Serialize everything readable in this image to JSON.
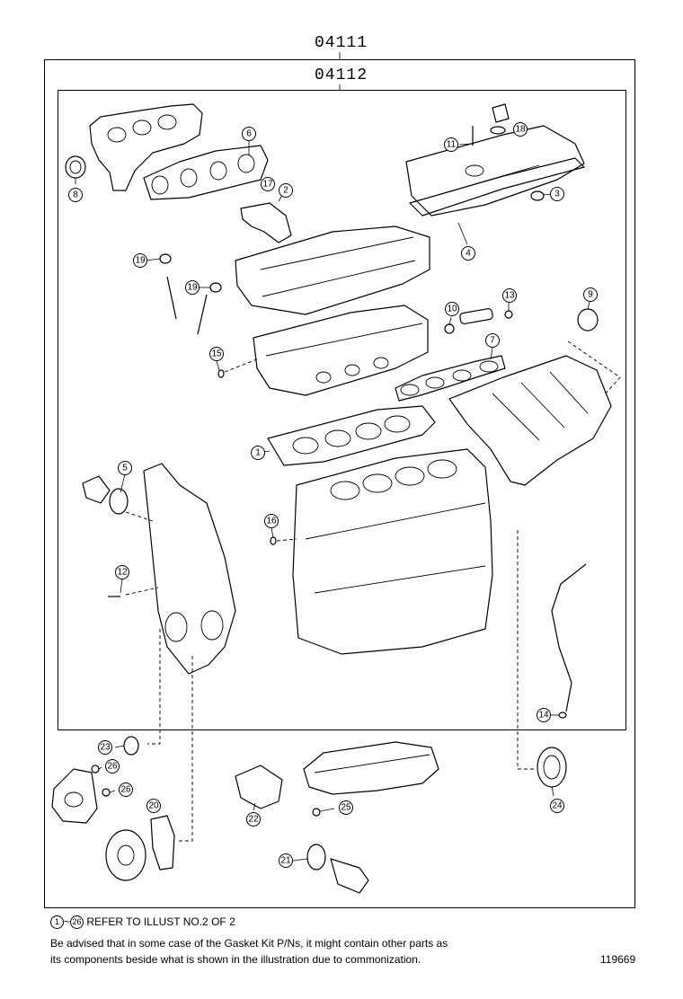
{
  "header": {
    "outer_code": "04111",
    "inner_code": "04112"
  },
  "callouts": [
    "1",
    "2",
    "3",
    "4",
    "5",
    "6",
    "7",
    "8",
    "9",
    "10",
    "11",
    "12",
    "13",
    "14",
    "15",
    "16",
    "17",
    "18",
    "19",
    "19",
    "20",
    "21",
    "22",
    "23",
    "24",
    "25",
    "26",
    "26"
  ],
  "footer": {
    "ref_start": "1",
    "ref_tilde": "~",
    "ref_end": "26",
    "ref_text": "REFER TO ILLUST NO.2 OF 2",
    "note_line1": "Be advised that in some case of the Gasket Kit P/Ns,  it might contain other parts as",
    "note_line2": "its components beside what is shown in the illustration due to commonization.",
    "illustration_number": "119669"
  }
}
